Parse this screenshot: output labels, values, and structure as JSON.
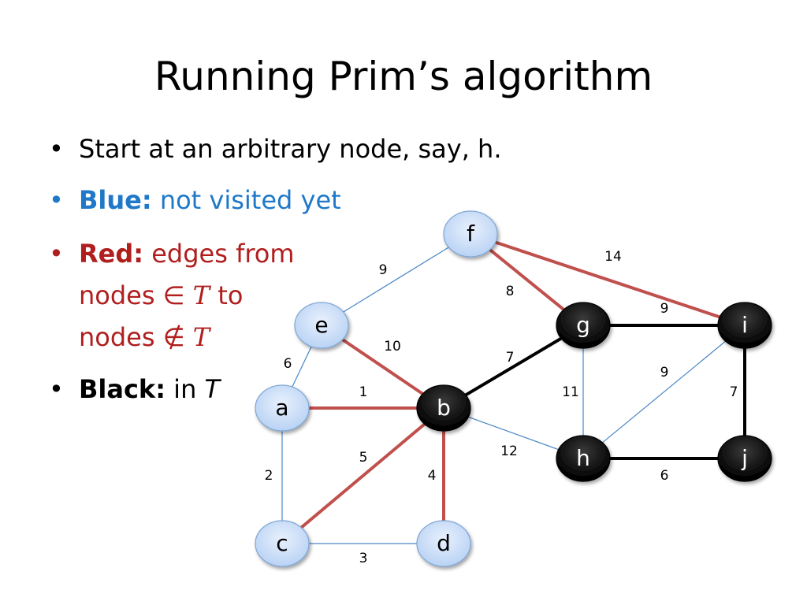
{
  "slide": {
    "title": "Running Prim’s algorithm",
    "bullets": {
      "b1": "Start at an arbitrary node, say, h.",
      "b2_bold": "Blue:",
      "b2_text": " not visited yet",
      "b3_bold": "Red:",
      "b3_line1": " edges from",
      "b3_line2_pre": "nodes ∈ ",
      "b3_line2_sym": "T",
      "b3_line2_post": " to",
      "b3_line3_pre": "nodes ∉ ",
      "b3_line3_sym": "T",
      "b4_bold": "Black:",
      "b4_text": " in ",
      "b4_sym": "T"
    }
  },
  "colors": {
    "blue_node": "#c9defa",
    "blue_node_stroke": "#7fa6d6",
    "black_node": "#000000",
    "blue_edge": "#4a86c5",
    "red_edge": "#c0504d",
    "black_edge": "#000000"
  },
  "graph": {
    "nodes": [
      {
        "id": "f",
        "state": "blue"
      },
      {
        "id": "e",
        "state": "blue"
      },
      {
        "id": "a",
        "state": "blue"
      },
      {
        "id": "b",
        "state": "black"
      },
      {
        "id": "c",
        "state": "blue"
      },
      {
        "id": "d",
        "state": "blue"
      },
      {
        "id": "g",
        "state": "black"
      },
      {
        "id": "h",
        "state": "black"
      },
      {
        "id": "i",
        "state": "black"
      },
      {
        "id": "j",
        "state": "black"
      }
    ],
    "edges": [
      {
        "from": "f",
        "to": "e",
        "weight": "9",
        "state": "blue"
      },
      {
        "from": "f",
        "to": "g",
        "weight": "8",
        "state": "red"
      },
      {
        "from": "f",
        "to": "i",
        "weight": "14",
        "state": "red"
      },
      {
        "from": "e",
        "to": "b",
        "weight": "10",
        "state": "red"
      },
      {
        "from": "e",
        "to": "a",
        "weight": "6",
        "state": "blue"
      },
      {
        "from": "a",
        "to": "b",
        "weight": "1",
        "state": "red"
      },
      {
        "from": "a",
        "to": "c",
        "weight": "2",
        "state": "blue"
      },
      {
        "from": "b",
        "to": "c",
        "weight": "5",
        "state": "red"
      },
      {
        "from": "b",
        "to": "d",
        "weight": "4",
        "state": "red"
      },
      {
        "from": "b",
        "to": "g",
        "weight": "7",
        "state": "black"
      },
      {
        "from": "b",
        "to": "h",
        "weight": "12",
        "state": "blue"
      },
      {
        "from": "c",
        "to": "d",
        "weight": "3",
        "state": "blue"
      },
      {
        "from": "g",
        "to": "i",
        "weight": "9",
        "state": "black"
      },
      {
        "from": "g",
        "to": "h",
        "weight": "11",
        "state": "blue"
      },
      {
        "from": "h",
        "to": "i",
        "weight": "9",
        "state": "blue"
      },
      {
        "from": "i",
        "to": "j",
        "weight": "7",
        "state": "black"
      },
      {
        "from": "h",
        "to": "j",
        "weight": "6",
        "state": "black"
      }
    ]
  }
}
